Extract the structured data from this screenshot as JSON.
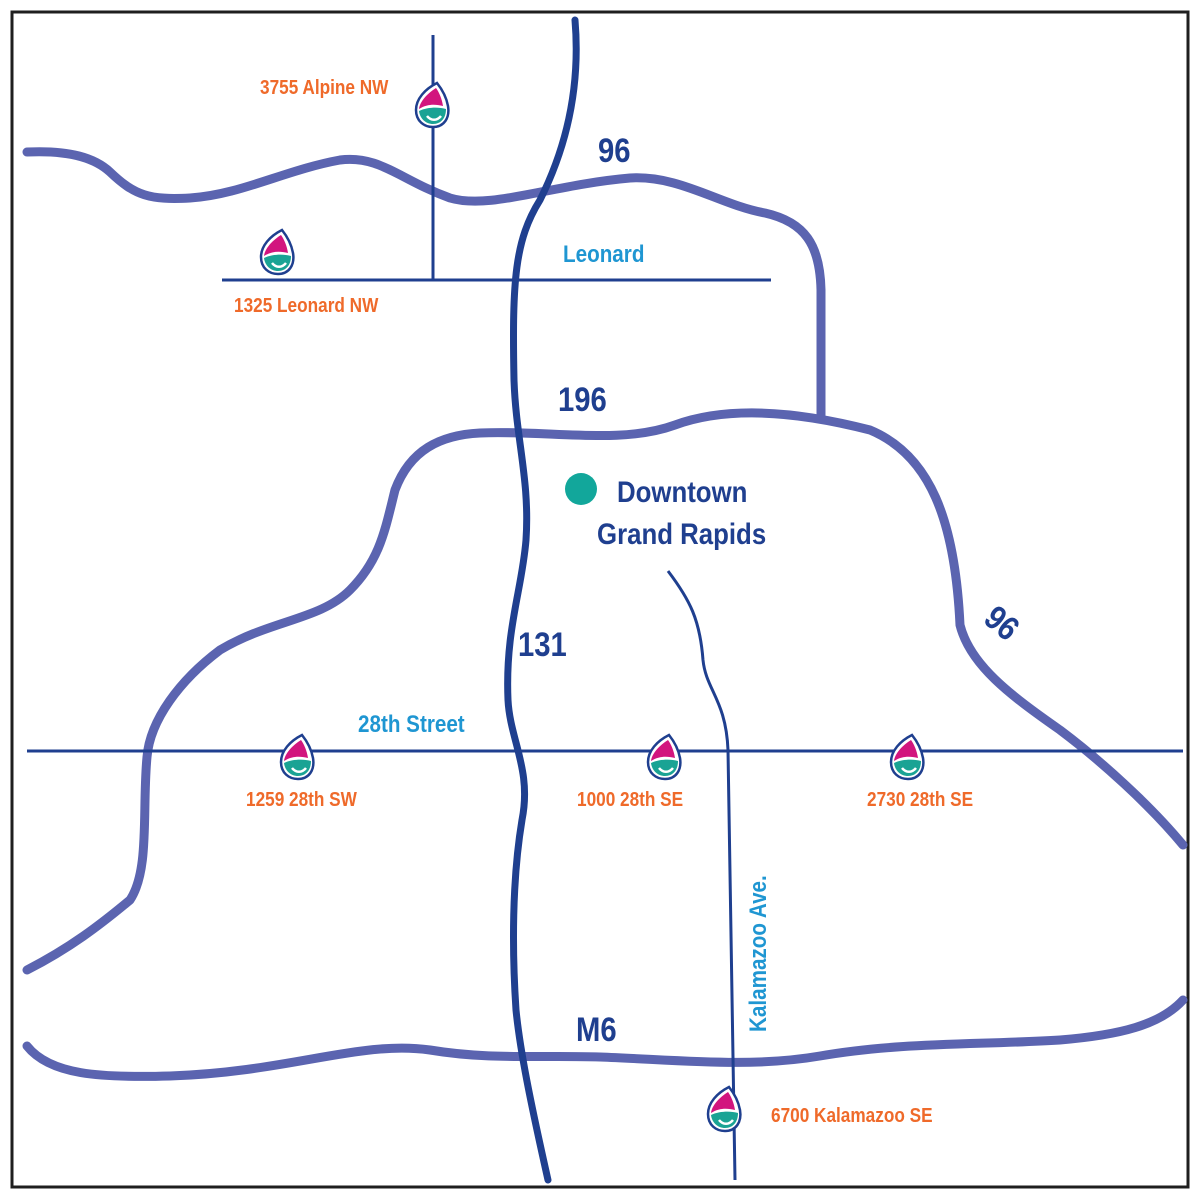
{
  "colors": {
    "frame": "#1f1f1f",
    "highway": "#5b64b0",
    "us131": "#1f3f8f",
    "street_line": "#1f3f8f",
    "highway_label": "#1f3f8f",
    "street_label": "#1f96d2",
    "location_label": "#ef6a2a",
    "downtown_dot": "#12a79b",
    "pin_teal": "#1aa394",
    "pin_magenta": "#d2157e",
    "pin_outline": "#1f3f8f"
  },
  "highways": {
    "i96_north": "96",
    "i196": "196",
    "i96_east": "96",
    "us131": "131",
    "m6": "M6"
  },
  "streets": {
    "leonard": "Leonard",
    "street_28th": "28th Street",
    "kalamazoo": "Kalamazoo Ave."
  },
  "downtown": {
    "line1": "Downtown",
    "line2": "Grand Rapids"
  },
  "locations": [
    {
      "label": "3755 Alpine NW",
      "icon": "drop-pin-icon"
    },
    {
      "label": "1325 Leonard NW",
      "icon": "drop-pin-icon"
    },
    {
      "label": "1259 28th SW",
      "icon": "drop-pin-icon"
    },
    {
      "label": "1000 28th SE",
      "icon": "drop-pin-icon"
    },
    {
      "label": "2730 28th SE",
      "icon": "drop-pin-icon"
    },
    {
      "label": "6700 Kalamazoo SE",
      "icon": "drop-pin-icon"
    }
  ]
}
